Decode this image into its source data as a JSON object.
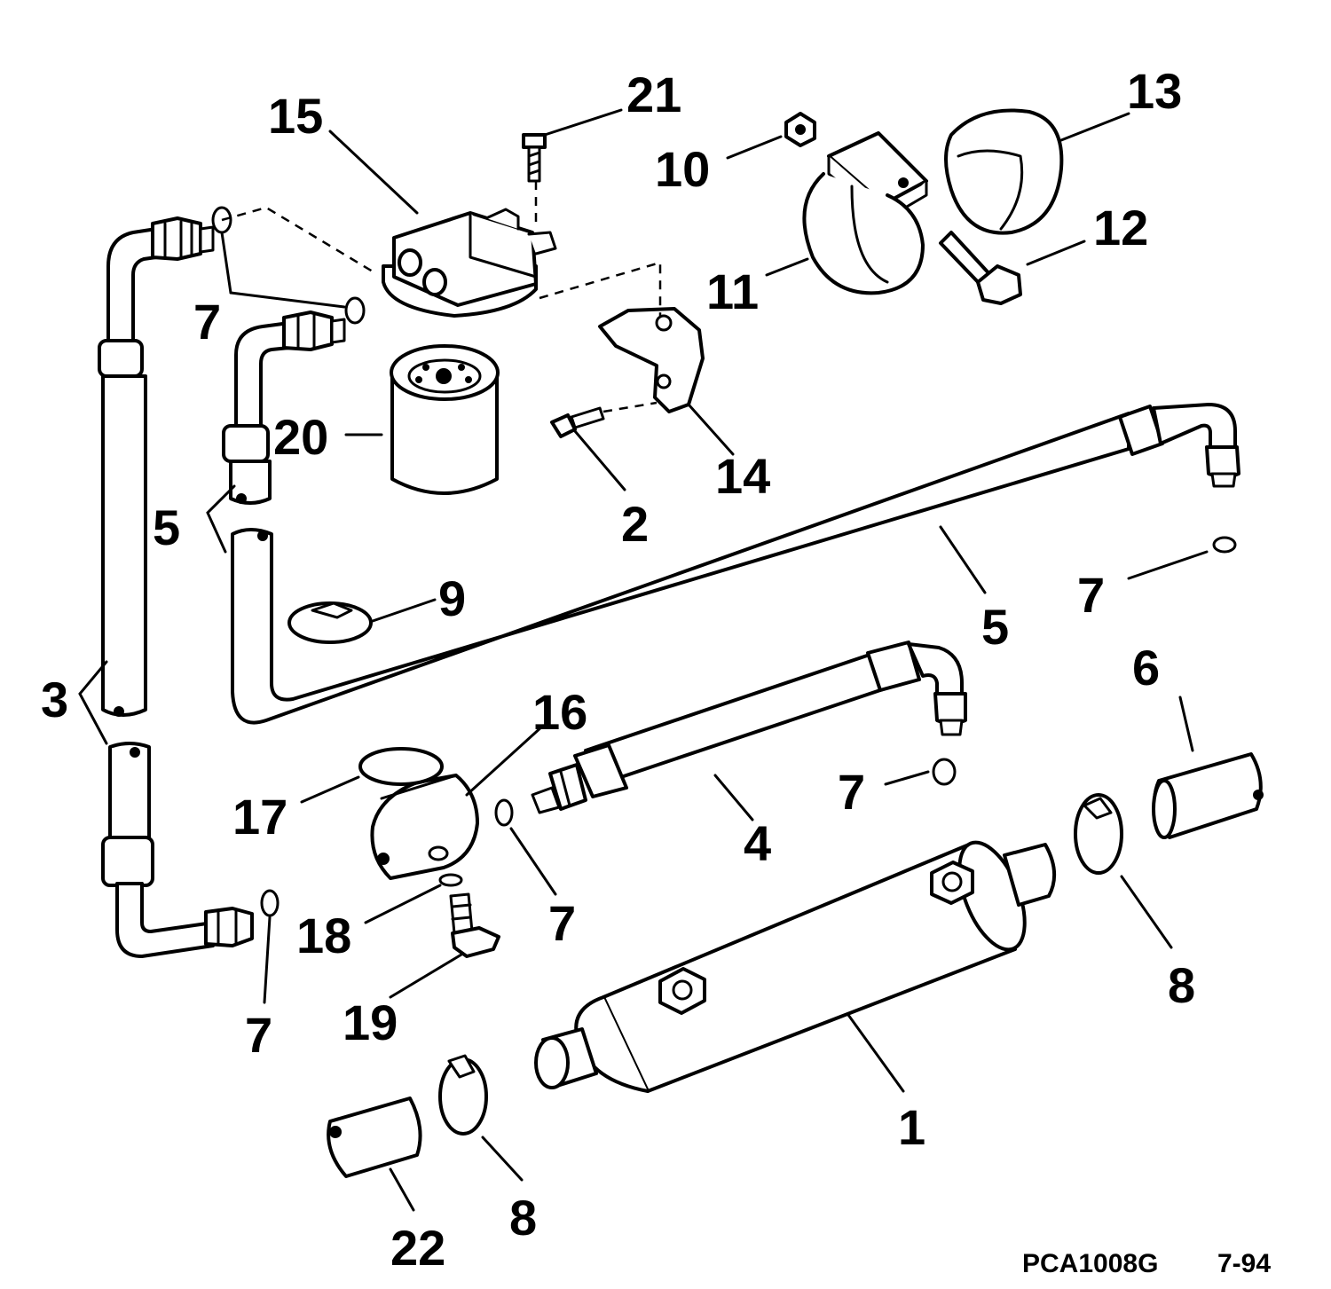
{
  "figure_code": "PCA1008G",
  "figure_date": "7-94",
  "callouts": [
    {
      "key": "c1",
      "text": "1"
    },
    {
      "key": "c2",
      "text": "2"
    },
    {
      "key": "c3",
      "text": "3"
    },
    {
      "key": "c4",
      "text": "4"
    },
    {
      "key": "c5a",
      "text": "5"
    },
    {
      "key": "c5b",
      "text": "5"
    },
    {
      "key": "c6",
      "text": "6"
    },
    {
      "key": "c7a",
      "text": "7"
    },
    {
      "key": "c7b",
      "text": "7"
    },
    {
      "key": "c7c",
      "text": "7"
    },
    {
      "key": "c7d",
      "text": "7"
    },
    {
      "key": "c7e",
      "text": "7"
    },
    {
      "key": "c8a",
      "text": "8"
    },
    {
      "key": "c8b",
      "text": "8"
    },
    {
      "key": "c9",
      "text": "9"
    },
    {
      "key": "c10",
      "text": "10"
    },
    {
      "key": "c11",
      "text": "11"
    },
    {
      "key": "c12",
      "text": "12"
    },
    {
      "key": "c13",
      "text": "13"
    },
    {
      "key": "c14",
      "text": "14"
    },
    {
      "key": "c15",
      "text": "15"
    },
    {
      "key": "c16",
      "text": "16"
    },
    {
      "key": "c17",
      "text": "17"
    },
    {
      "key": "c18",
      "text": "18"
    },
    {
      "key": "c19",
      "text": "19"
    },
    {
      "key": "c20",
      "text": "20"
    },
    {
      "key": "c21",
      "text": "21"
    },
    {
      "key": "c22",
      "text": "22"
    }
  ]
}
